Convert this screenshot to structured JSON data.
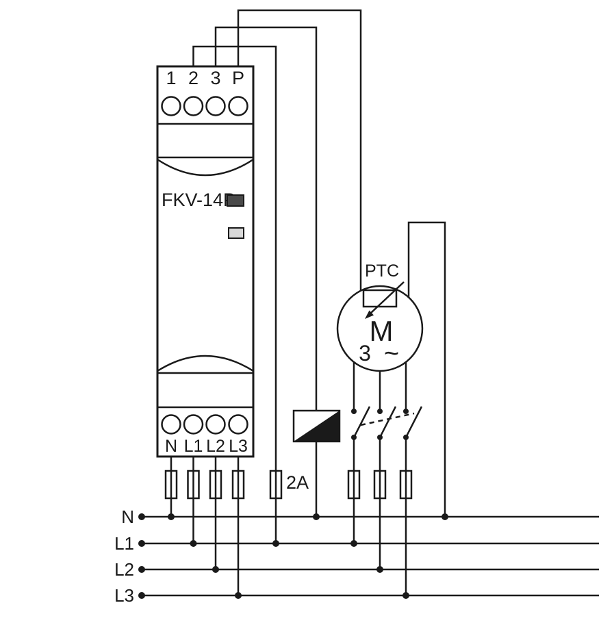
{
  "diagram": {
    "device": {
      "model": "FKV-14P",
      "top_terminals": [
        "1",
        "2",
        "3",
        "P"
      ],
      "bottom_terminals": [
        "N",
        "L1",
        "L2",
        "L3"
      ]
    },
    "control_fuse_label": "2A",
    "motor": {
      "symbol": "M",
      "phase_count": "3",
      "ac_symbol": "~",
      "sensor_label": "PTC"
    },
    "bus": {
      "labels": [
        "N",
        "L1",
        "L2",
        "L3"
      ]
    },
    "colors": {
      "line": "#1a1a1a",
      "led_top": "#4a4a4a",
      "led_bottom": "#d9d9d9"
    }
  }
}
